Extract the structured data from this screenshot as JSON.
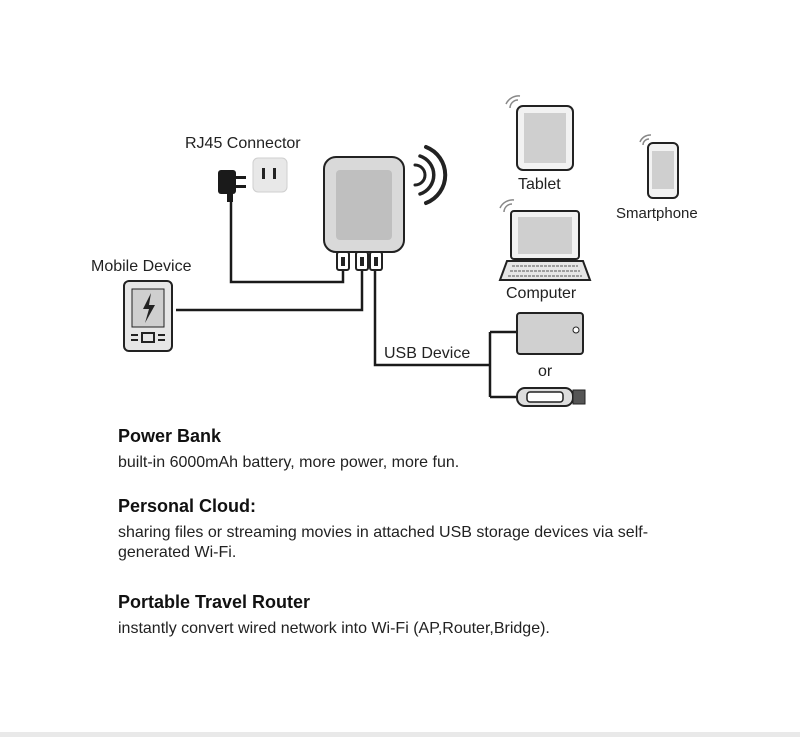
{
  "diagram": {
    "labels": {
      "rj45": "RJ45 Connector",
      "mobile": "Mobile Device",
      "tablet": "Tablet",
      "smartphone": "Smartphone",
      "computer": "Computer",
      "usb_device": "USB Device",
      "or": "or"
    },
    "icons": [
      "power-adapter-icon",
      "wall-outlet-icon",
      "router-device-icon",
      "wifi-waves-icon",
      "tablet-icon",
      "smartphone-icon",
      "laptop-icon",
      "mobile-phone-icon",
      "usb-hard-drive-icon",
      "usb-flash-drive-icon"
    ]
  },
  "features": [
    {
      "title": "Power Bank",
      "desc": "built-in 6000mAh battery, more power, more fun."
    },
    {
      "title": "Personal Cloud:",
      "desc": "sharing files or streaming movies in attached USB storage devices via self-generated Wi-Fi."
    },
    {
      "title": "Portable Travel Router",
      "desc": "instantly convert wired network into Wi-Fi (AP,Router,Bridge)."
    }
  ]
}
